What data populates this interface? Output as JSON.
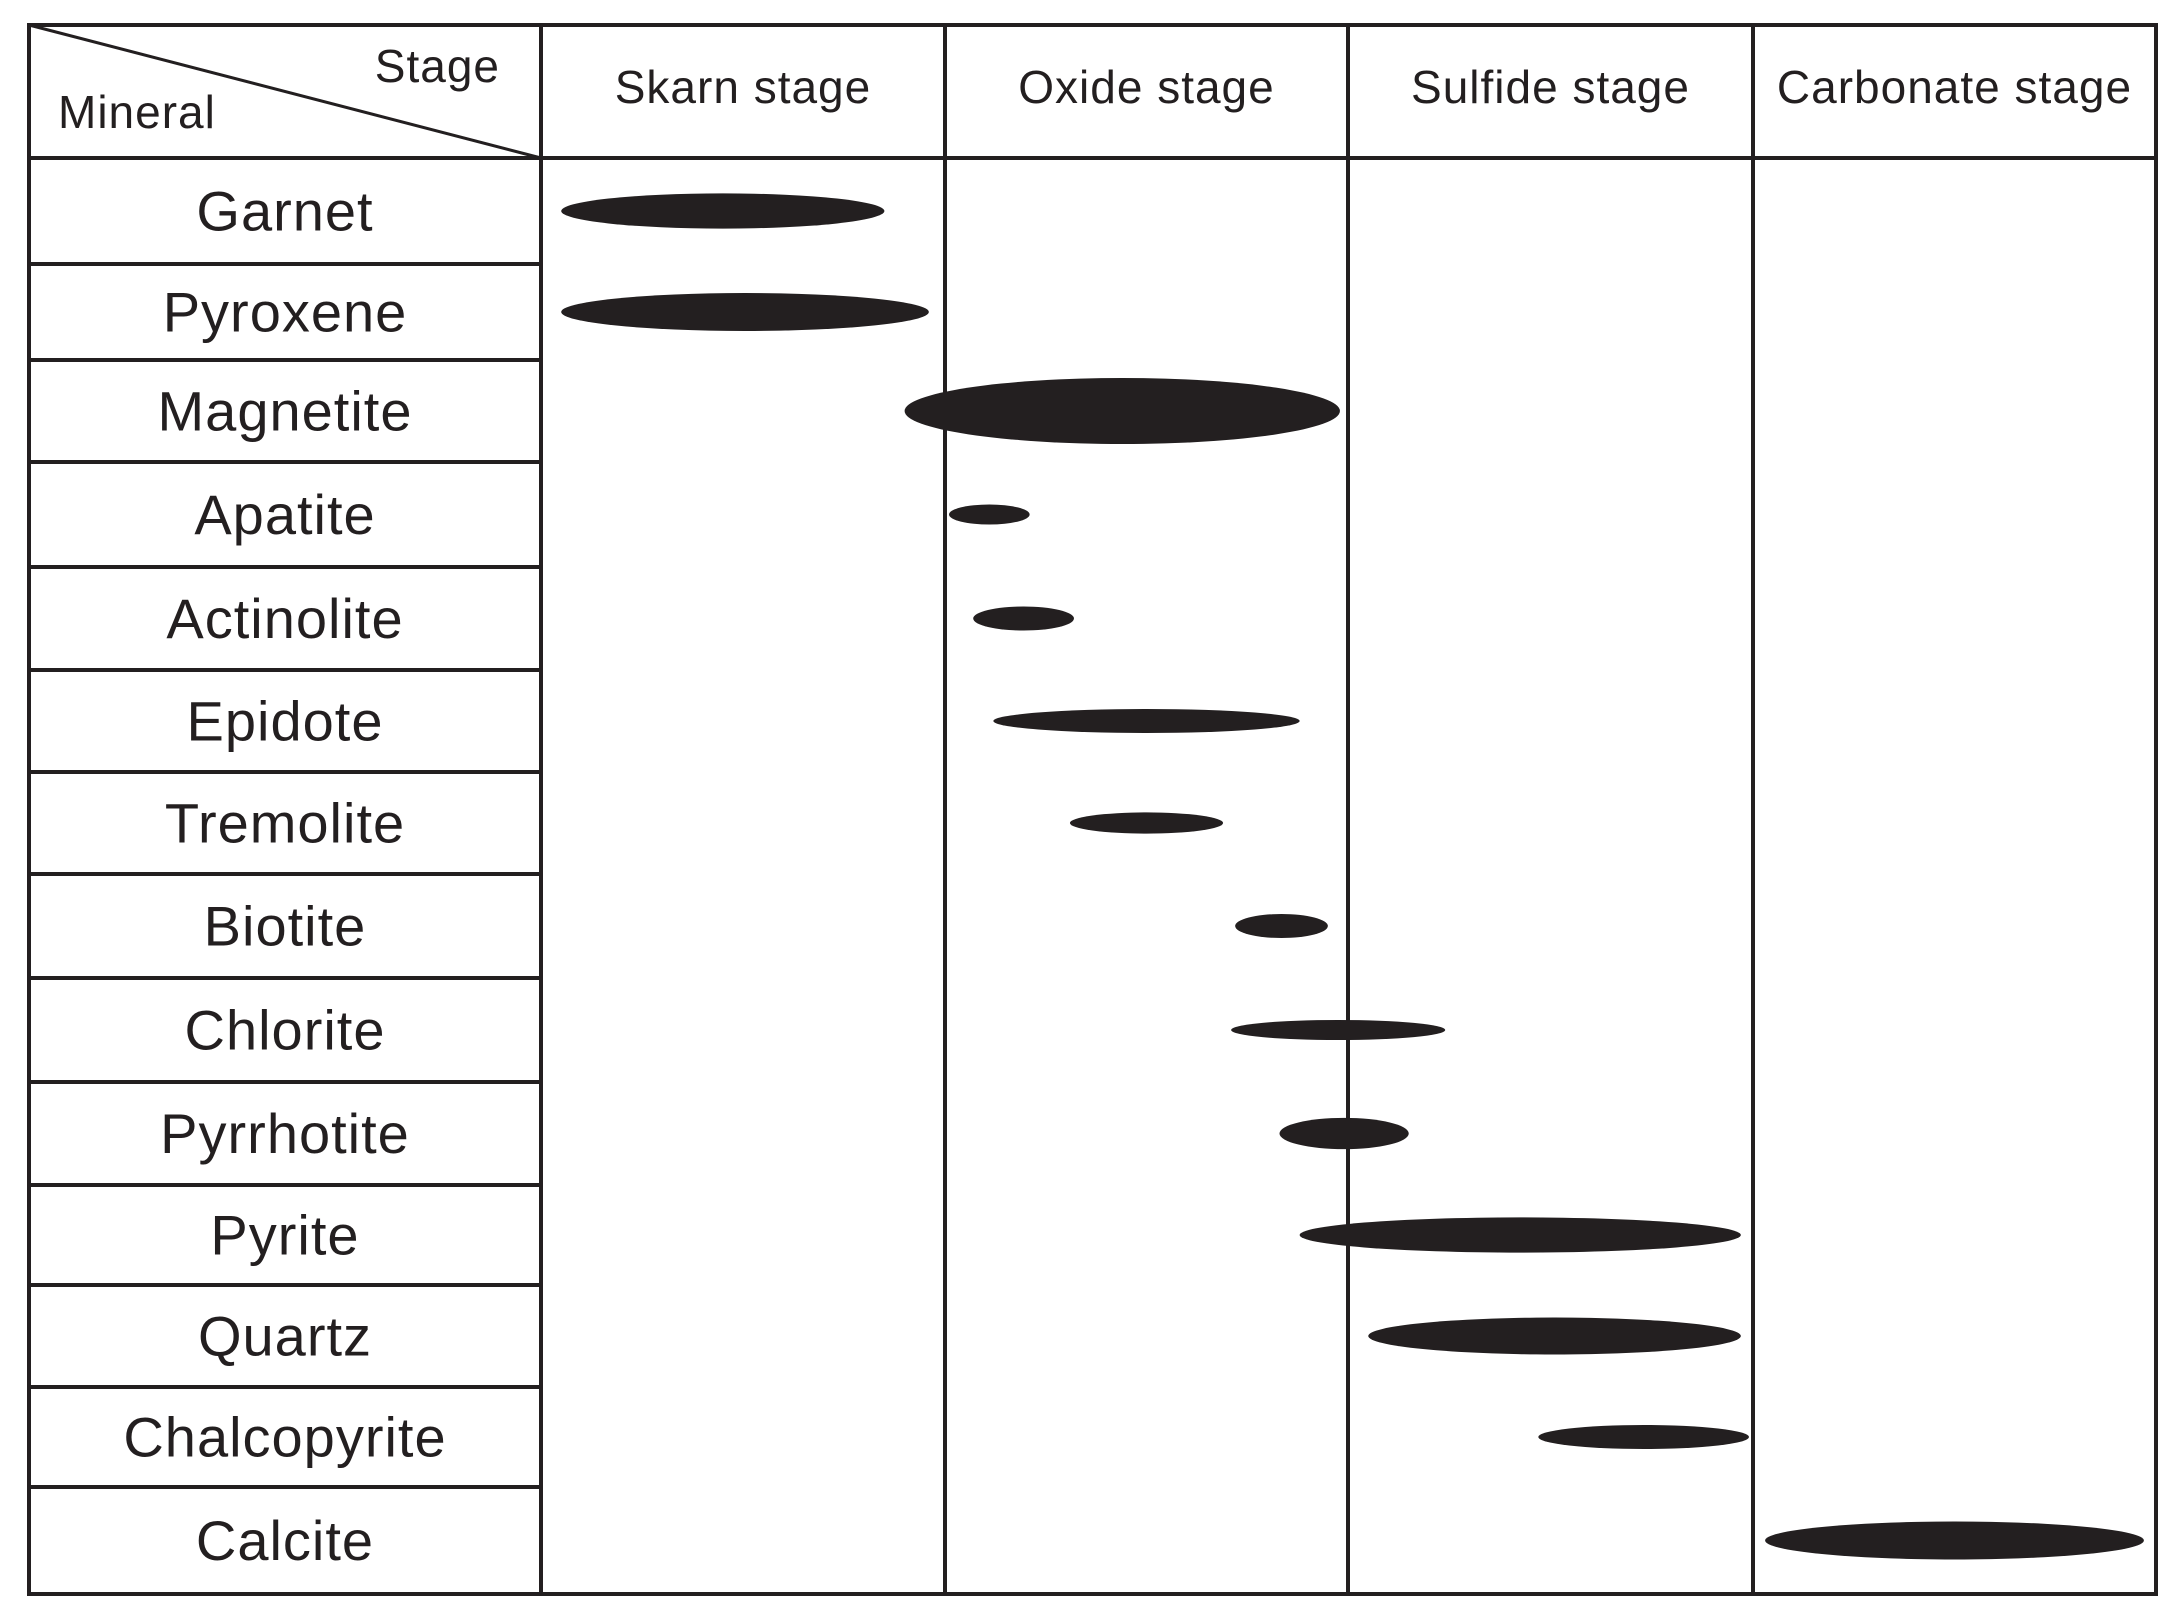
{
  "header": {
    "corner_top": "Stage",
    "corner_bottom": "Mineral"
  },
  "stages": [
    "Skarn stage",
    "Oxide stage",
    "Sulfide stage",
    "Carbonate stage"
  ],
  "minerals": [
    {
      "name": "Garnet",
      "bars": [
        {
          "start": 0.05,
          "end": 0.85,
          "intensity": 0.45
        }
      ]
    },
    {
      "name": "Pyroxene",
      "bars": [
        {
          "start": 0.05,
          "end": 0.96,
          "intensity": 0.5
        }
      ]
    },
    {
      "name": "Magnetite",
      "bars": [
        {
          "start": 0.9,
          "end": 1.98,
          "intensity": 1.0
        }
      ]
    },
    {
      "name": "Apatite",
      "bars": [
        {
          "start": 1.01,
          "end": 1.21,
          "intensity": 0.18
        }
      ]
    },
    {
      "name": "Actinolite",
      "bars": [
        {
          "start": 1.07,
          "end": 1.32,
          "intensity": 0.25
        }
      ]
    },
    {
      "name": "Epidote",
      "bars": [
        {
          "start": 1.12,
          "end": 1.88,
          "intensity": 0.25
        }
      ]
    },
    {
      "name": "Tremolite",
      "bars": [
        {
          "start": 1.31,
          "end": 1.69,
          "intensity": 0.2
        }
      ]
    },
    {
      "name": "Biotite",
      "bars": [
        {
          "start": 1.72,
          "end": 1.95,
          "intensity": 0.25
        }
      ]
    },
    {
      "name": "Chlorite",
      "bars": [
        {
          "start": 1.71,
          "end": 2.24,
          "intensity": 0.18
        }
      ]
    },
    {
      "name": "Pyrrhotite",
      "bars": [
        {
          "start": 1.83,
          "end": 2.15,
          "intensity": 0.38
        }
      ]
    },
    {
      "name": "Pyrite",
      "bars": [
        {
          "start": 1.88,
          "end": 2.97,
          "intensity": 0.45
        }
      ]
    },
    {
      "name": "Quartz",
      "bars": [
        {
          "start": 2.05,
          "end": 2.97,
          "intensity": 0.48
        }
      ]
    },
    {
      "name": "Chalcopyrite",
      "bars": [
        {
          "start": 2.47,
          "end": 2.99,
          "intensity": 0.25
        }
      ]
    },
    {
      "name": "Calcite",
      "bars": [
        {
          "start": 3.03,
          "end": 3.97,
          "intensity": 0.5
        }
      ]
    }
  ],
  "colors": {
    "ink": "#231f20",
    "background": "#ffffff"
  }
}
